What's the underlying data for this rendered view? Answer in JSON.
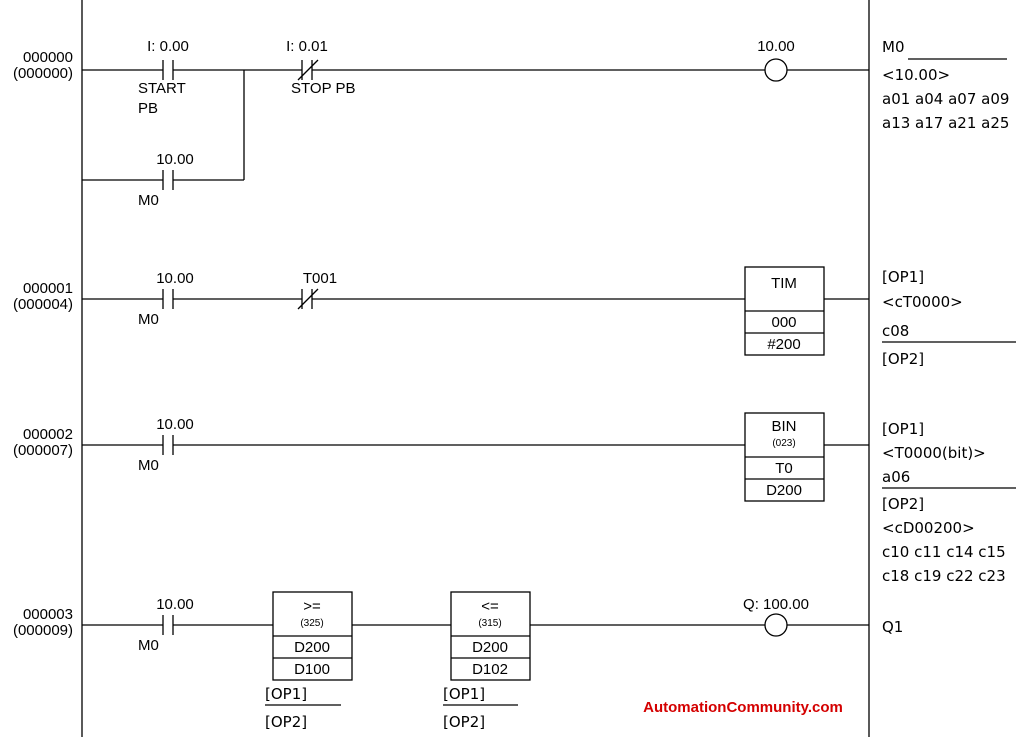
{
  "brand_color": "#d40000",
  "watermark": "AutomationCommunity.com",
  "rungs": [
    {
      "step": "000000",
      "address": "(000000)",
      "contacts": [
        {
          "address": "I: 0.00",
          "label1": "START",
          "label2": "PB",
          "type": "NO"
        },
        {
          "address": "I: 0.01",
          "label1": "STOP PB",
          "label2": "",
          "type": "NC"
        },
        {
          "address": "10.00",
          "label1": "M0",
          "label2": "",
          "type": "NO"
        }
      ],
      "coil": {
        "address": "10.00"
      },
      "comments": [
        "M0",
        "<10.00>",
        "a01 a04 a07 a09",
        "a13 a17 a21 a25"
      ]
    },
    {
      "step": "000001",
      "address": "(000004)",
      "contacts": [
        {
          "address": "10.00",
          "label1": "M0",
          "type": "NO"
        },
        {
          "address": "T001",
          "label1": "",
          "type": "NC"
        }
      ],
      "block": {
        "title": "TIM",
        "code": "",
        "row1": "000",
        "row2": "#200"
      },
      "comments": [
        "[OP1]",
        "<cT0000>",
        "c08",
        "[OP2]"
      ]
    },
    {
      "step": "000002",
      "address": "(000007)",
      "contacts": [
        {
          "address": "10.00",
          "label1": "M0",
          "type": "NO"
        }
      ],
      "block": {
        "title": "BIN",
        "code": "(023)",
        "row1": "T0",
        "row2": "D200"
      },
      "comments": [
        "[OP1]",
        "<T0000(bit)>",
        "a06",
        "[OP2]",
        "<cD00200>",
        "c10 c11 c14 c15",
        "c18 c19 c22 c23"
      ]
    },
    {
      "step": "000003",
      "address": "(000009)",
      "contacts": [
        {
          "address": "10.00",
          "label1": "M0",
          "type": "NO"
        }
      ],
      "compare_blocks": [
        {
          "title": ">=",
          "code": "(325)",
          "row1": "D200",
          "row2": "D100",
          "op1": "[OP1]",
          "op2": "[OP2]"
        },
        {
          "title": "<=",
          "code": "(315)",
          "row1": "D200",
          "row2": "D102",
          "op1": "[OP1]",
          "op2": "[OP2]"
        }
      ],
      "coil": {
        "address": "Q: 100.00"
      },
      "comments": [
        "Q1"
      ]
    }
  ]
}
